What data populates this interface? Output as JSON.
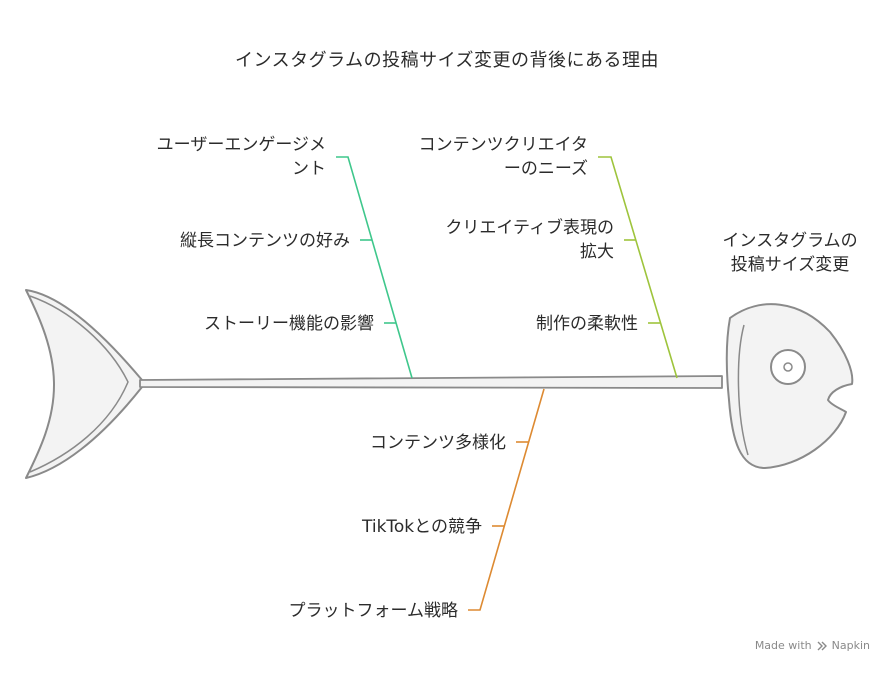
{
  "title": "インスタグラムの投稿サイズ変更の背後にある理由",
  "head_label": "インスタグラムの\n投稿サイズ変更",
  "categories": [
    {
      "name": "user-engagement",
      "color": "#3fc78c",
      "label": "ユーザーエンゲージメ\nント",
      "causes": [
        "縦長コンテンツの好み",
        "ストーリー機能の影響"
      ]
    },
    {
      "name": "creator-needs",
      "color": "#9ec43c",
      "label": "コンテンツクリエイタ\nーのニーズ",
      "causes": [
        "クリエイティブ表現の\n拡大",
        "制作の柔軟性"
      ]
    },
    {
      "name": "platform-strategy",
      "color": "#dd8a32",
      "label": "プラットフォーム戦略",
      "causes": [
        "コンテンツ多様化",
        "TikTokとの競争"
      ]
    }
  ],
  "watermark": {
    "made_with": "Made with",
    "brand": "Napkin"
  }
}
